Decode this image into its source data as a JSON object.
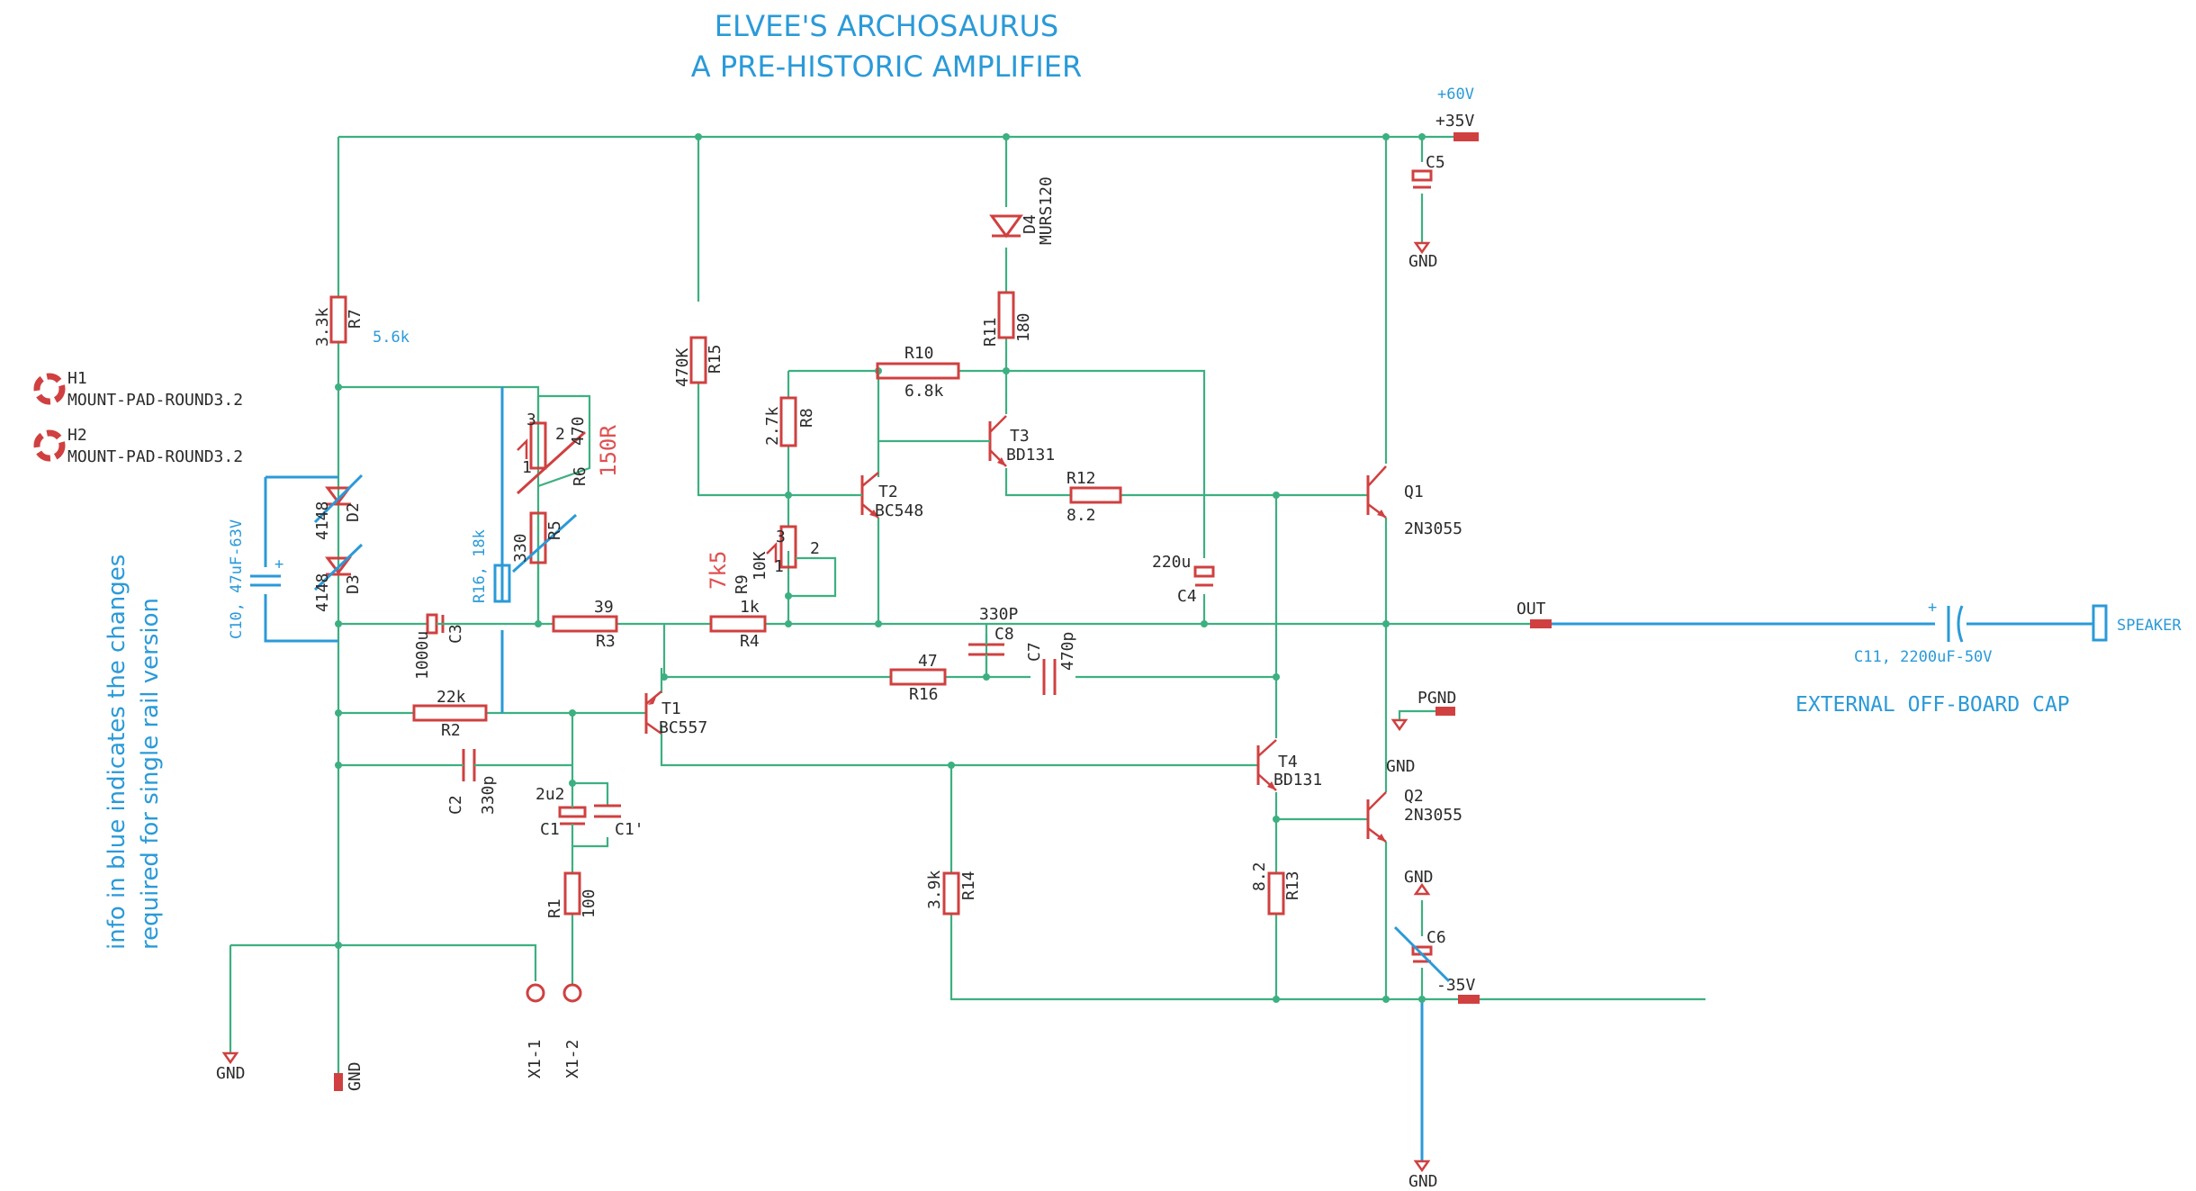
{
  "title": {
    "line1": "ELVEE'S ARCHOSAURUS",
    "line2": "A PRE-HISTORIC AMPLIFIER"
  },
  "note": {
    "line1": "info in blue indicates the changes",
    "line2": "required for single rail version"
  },
  "external_note": "EXTERNAL OFF-BOARD CAP",
  "colors": {
    "wire": "#3cb080",
    "part": "#d04040",
    "blue": "#2a9ad8",
    "text": "#2b2b2b"
  },
  "mounts": [
    {
      "ref": "H1",
      "value": "MOUNT-PAD-ROUND3.2"
    },
    {
      "ref": "H2",
      "value": "MOUNT-PAD-ROUND3.2"
    }
  ],
  "rails": {
    "pos": "+35V",
    "pos_blue": "+60V",
    "neg": "-35V"
  },
  "net_labels": {
    "out": "OUT",
    "speaker": "SPEAKER",
    "pgnd": "PGND",
    "gnd": "GND"
  },
  "parts": {
    "R7": {
      "ref": "R7",
      "value": "3.3k",
      "blue": "5.6k"
    },
    "R15": {
      "ref": "R15",
      "value": "470K"
    },
    "R11": {
      "ref": "R11",
      "value": "180"
    },
    "D4": {
      "ref": "D4",
      "value": "MURS120"
    },
    "R10": {
      "ref": "R10",
      "value": "6.8k"
    },
    "R8": {
      "ref": "R8",
      "value": "2.7k"
    },
    "T3": {
      "ref": "T3",
      "value": "BD131"
    },
    "T2": {
      "ref": "T2",
      "value": "BC548"
    },
    "R12": {
      "ref": "R12",
      "value": "8.2"
    },
    "Q1": {
      "ref": "Q1",
      "value": "2N3055"
    },
    "C5": {
      "ref": "C5"
    },
    "R6": {
      "ref": "R6",
      "value": "470",
      "red": "150R",
      "pin2": "2",
      "pin1": "1",
      "pin3": "3"
    },
    "R5": {
      "ref": "R5",
      "value": "330"
    },
    "R16b": {
      "ref": "R16, 18k"
    },
    "D2": {
      "ref": "D2",
      "value": "4148"
    },
    "D3": {
      "ref": "D3",
      "value": "4148"
    },
    "C10": {
      "ref": "C10, 47uF-63V"
    },
    "R9": {
      "ref": "R9",
      "value": "10K",
      "red": "7k5",
      "pin2": "2",
      "pin1": "1",
      "pin3": "3"
    },
    "C4": {
      "ref": "C4",
      "value": "220u"
    },
    "C3": {
      "ref": "C3",
      "value": "1000u"
    },
    "R3": {
      "ref": "R3",
      "value": "39"
    },
    "R4": {
      "ref": "R4",
      "value": "1k"
    },
    "C8": {
      "ref": "C8",
      "value": "330P"
    },
    "R16": {
      "ref": "R16",
      "value": "47"
    },
    "C7": {
      "ref": "C7",
      "value": "470p"
    },
    "R2": {
      "ref": "R2",
      "value": "22k"
    },
    "T1": {
      "ref": "T1",
      "value": "BC557"
    },
    "C2": {
      "ref": "C2",
      "value": "330p"
    },
    "C1": {
      "ref": "C1",
      "value": "2u2"
    },
    "C1b": {
      "ref": "C1'"
    },
    "R1": {
      "ref": "R1",
      "value": "100"
    },
    "T4": {
      "ref": "T4",
      "value": "BD131"
    },
    "Q2": {
      "ref": "Q2",
      "value": "2N3055"
    },
    "R14": {
      "ref": "R14",
      "value": "3.9k"
    },
    "R13": {
      "ref": "R13",
      "value": "8.2"
    },
    "C6": {
      "ref": "C6"
    },
    "C11": {
      "ref": "C11, 2200uF-50V"
    },
    "X1_1": {
      "ref": "X1-1"
    },
    "X1_2": {
      "ref": "X1-2"
    }
  }
}
